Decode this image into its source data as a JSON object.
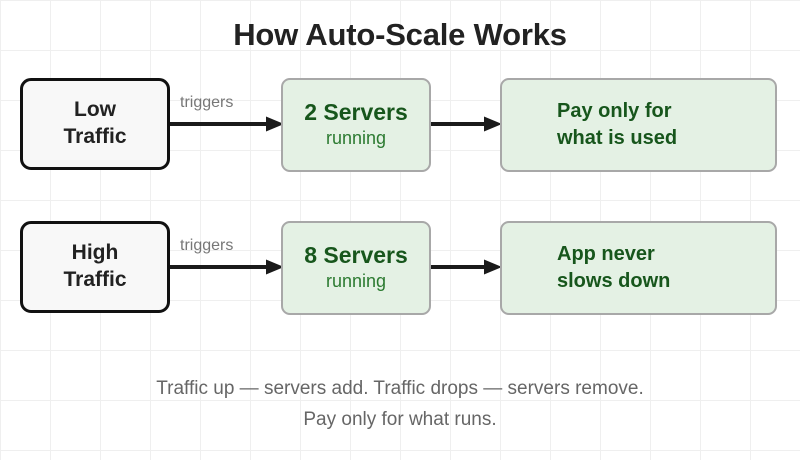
{
  "title": "How Auto-Scale Works",
  "colors": {
    "title_text": "#222222",
    "trigger_border": "#111111",
    "trigger_fill": "#f8f8f8",
    "state_fill": "#e4f1e4",
    "state_border": "#a8a8a8",
    "green_bold": "#17561c",
    "green_regular": "#2b7a30",
    "label_gray": "#777777",
    "footer_gray": "#666666",
    "grid_line": "#efefef"
  },
  "rows": [
    {
      "trigger": {
        "lines": [
          "Low",
          "Traffic"
        ]
      },
      "edge_label": "triggers",
      "state": {
        "count": "2 Servers",
        "status": "running"
      },
      "outcome": {
        "lines": [
          "Pay only for",
          "what is used"
        ]
      }
    },
    {
      "trigger": {
        "lines": [
          "High",
          "Traffic"
        ]
      },
      "edge_label": "triggers",
      "state": {
        "count": "8 Servers",
        "status": "running"
      },
      "outcome": {
        "lines": [
          "App never",
          "slows down"
        ]
      }
    }
  ],
  "footer": {
    "line1": "Traffic up — servers add. Traffic drops — servers remove.",
    "line2": "Pay only for what runs."
  }
}
